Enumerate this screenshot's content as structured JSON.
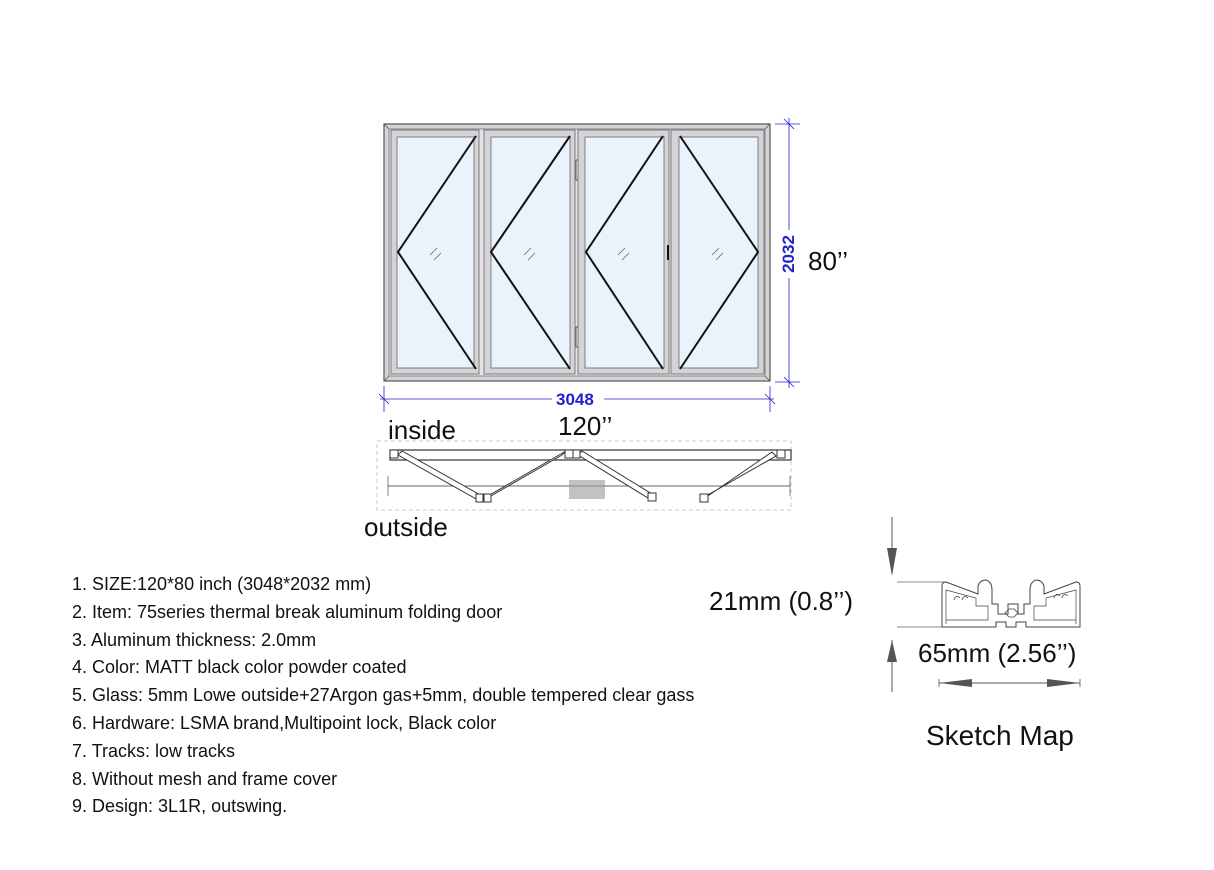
{
  "elevation": {
    "panels": 4,
    "width_mm": "3048",
    "height_mm": "2032",
    "width_in": "120’’",
    "height_in": "80’’",
    "colors": {
      "frame": "#d4d3d8",
      "frame_edge": "#555555",
      "glass": "#eaf3fc",
      "dimension": "#2222cc",
      "swing_lines": "#111111"
    }
  },
  "plan_view": {
    "inside_label": "inside",
    "outside_label": "outside"
  },
  "specs": {
    "items": [
      "1. SIZE:120*80 inch (3048*2032 mm)",
      "2. Item: 75series thermal break aluminum folding door",
      "3. Aluminum thickness: 2.0mm",
      "4. Color: MATT black color powder coated",
      "5. Glass: 5mm Lowe outside+27Argon gas+5mm, double tempered clear gass",
      "6. Hardware: LSMA brand,Multipoint lock, Black color",
      "7. Tracks: low tracks",
      "8. Without mesh and frame cover",
      "9. Design: 3L1R, outswing."
    ]
  },
  "sketch_map": {
    "height_label": "21mm (0.8’’)",
    "width_label": "65mm (2.56’’)",
    "title": "Sketch Map"
  }
}
